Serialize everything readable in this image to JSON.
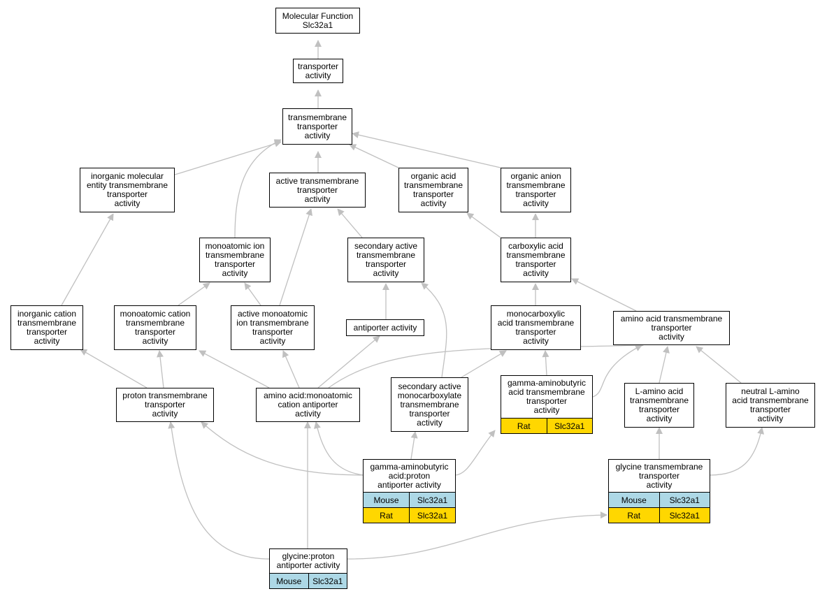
{
  "colors": {
    "edge": "#c0c0c0",
    "mouse": "#add8e6",
    "rat": "#ffd700",
    "border": "#000000"
  },
  "nodes": {
    "mf": {
      "label": "Molecular Function\nSlc32a1"
    },
    "ta": {
      "label": "transporter\nactivity"
    },
    "tmta": {
      "label": "transmembrane\ntransporter\nactivity"
    },
    "imetta": {
      "label": "inorganic molecular\nentity transmembrane\ntransporter\nactivity"
    },
    "atmta": {
      "label": "active transmembrane\ntransporter\nactivity"
    },
    "oatmta": {
      "label": "organic acid\ntransmembrane\ntransporter\nactivity"
    },
    "oantmta": {
      "label": "organic anion\ntransmembrane\ntransporter\nactivity"
    },
    "mitmta": {
      "label": "monoatomic ion\ntransmembrane\ntransporter\nactivity"
    },
    "satmta": {
      "label": "secondary active\ntransmembrane\ntransporter\nactivity"
    },
    "catmta": {
      "label": "carboxylic acid\ntransmembrane\ntransporter\nactivity"
    },
    "ictmta": {
      "label": "inorganic cation\ntransmembrane\ntransporter\nactivity"
    },
    "mctmta": {
      "label": "monoatomic cation\ntransmembrane\ntransporter\nactivity"
    },
    "amitmta": {
      "label": "active monoatomic\nion transmembrane\ntransporter\nactivity"
    },
    "antia": {
      "label": "antiporter activity"
    },
    "mcatmta": {
      "label": "monocarboxylic\nacid transmembrane\ntransporter\nactivity"
    },
    "aatmta": {
      "label": "amino acid transmembrane\ntransporter\nactivity"
    },
    "ptmta": {
      "label": "proton transmembrane\ntransporter\nactivity"
    },
    "aamca": {
      "label": "amino acid:monoatomic\ncation antiporter\nactivity"
    },
    "samctmta": {
      "label": "secondary active\nmonocarboxylate\ntransmembrane\ntransporter\nactivity"
    },
    "gabatmta": {
      "label": "gamma-aminobutyric\nacid transmembrane\ntransporter\nactivity",
      "rows": [
        {
          "species": "Rat",
          "gene": "Slc32a1"
        }
      ]
    },
    "laatmta": {
      "label": "L-amino acid\ntransmembrane\ntransporter\nactivity"
    },
    "nlaatmta": {
      "label": "neutral L-amino\nacid transmembrane\ntransporter\nactivity"
    },
    "gabapa": {
      "label": "gamma-aminobutyric\nacid:proton\nantiporter activity",
      "rows": [
        {
          "species": "Mouse",
          "gene": "Slc32a1"
        },
        {
          "species": "Rat",
          "gene": "Slc32a1"
        }
      ]
    },
    "gtmta": {
      "label": "glycine transmembrane\ntransporter\nactivity",
      "rows": [
        {
          "species": "Mouse",
          "gene": "Slc32a1"
        },
        {
          "species": "Rat",
          "gene": "Slc32a1"
        }
      ]
    },
    "gpa": {
      "label": "glycine:proton\nantiporter activity",
      "rows": [
        {
          "species": "Mouse",
          "gene": "Slc32a1"
        }
      ]
    }
  }
}
